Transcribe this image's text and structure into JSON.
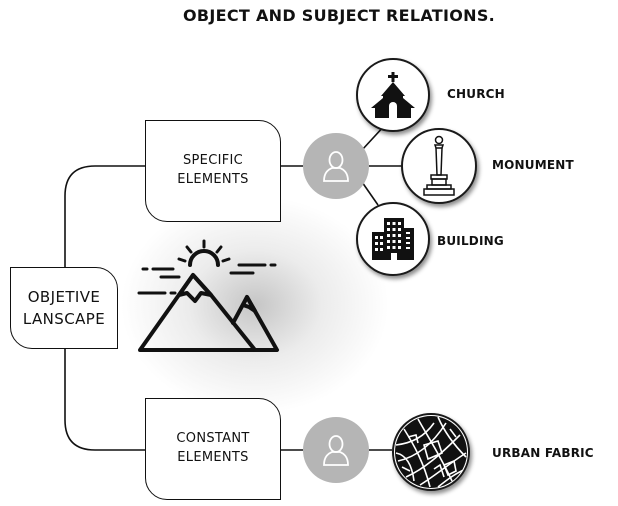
{
  "title": "OBJECT AND SUBJECT RELATIONS.",
  "root": {
    "label": "OBJETIVE\nLANSCAPE"
  },
  "branches": [
    {
      "label": "SPECIFIC\nELEMENTS"
    },
    {
      "label": "CONSTANT\nELEMENTS"
    }
  ],
  "elements": {
    "church": "CHURCH",
    "monument": "MONUMENT",
    "building": "BUILDING",
    "urban_fabric": "URBAN FABRIC"
  },
  "icons": [
    "mountain-sun-icon",
    "person-icon",
    "church-icon",
    "monument-icon",
    "building-icon",
    "urban-fabric-icon"
  ]
}
